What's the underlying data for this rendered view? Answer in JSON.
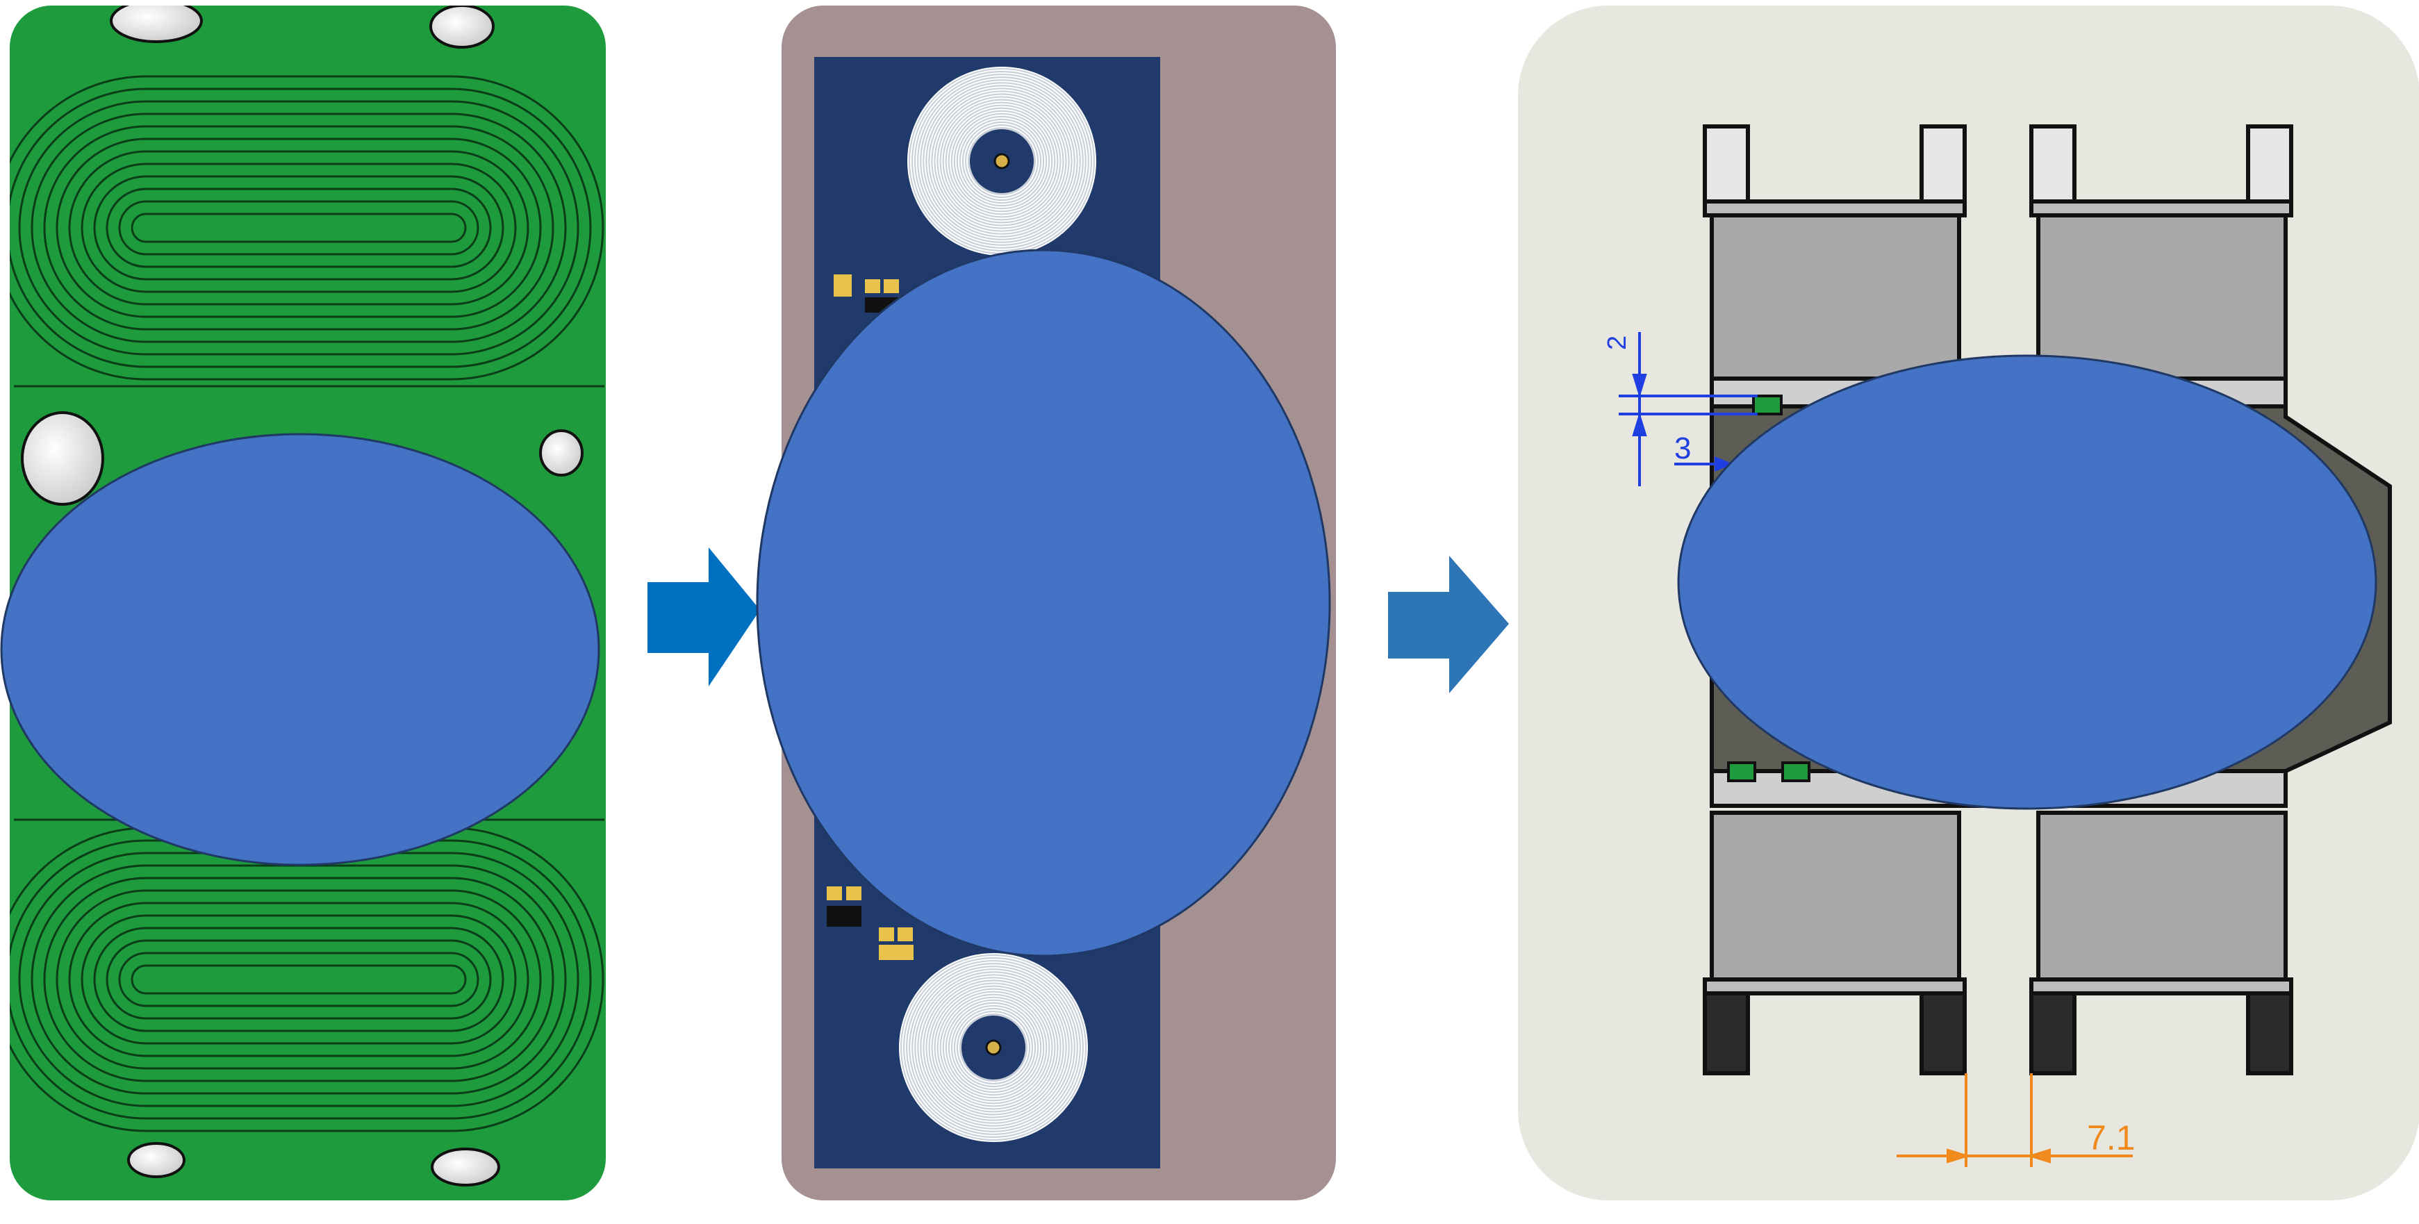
{
  "colors": {
    "ellipse_fill": "#4472C4",
    "arrow_1": "#0070C0",
    "arrow_2": "#2E75B6",
    "pcb_green": "#1E9B3C",
    "pcb_navy": "#1F3A6B",
    "panel_mauve": "#A59191",
    "panel_drawing_bg": "#E8E7DF",
    "dimension_blue": "#1F3FE0",
    "dimension_orange": "#F08A1C"
  },
  "panels": [
    {
      "name": "green-pcb-dual-coil"
    },
    {
      "name": "blue-pcb-round-coils"
    },
    {
      "name": "transformer-bobbin-drawing"
    }
  ],
  "dimensions": {
    "dim_top": "2",
    "dim_mid": "3",
    "dim_bottom": "7.1"
  }
}
